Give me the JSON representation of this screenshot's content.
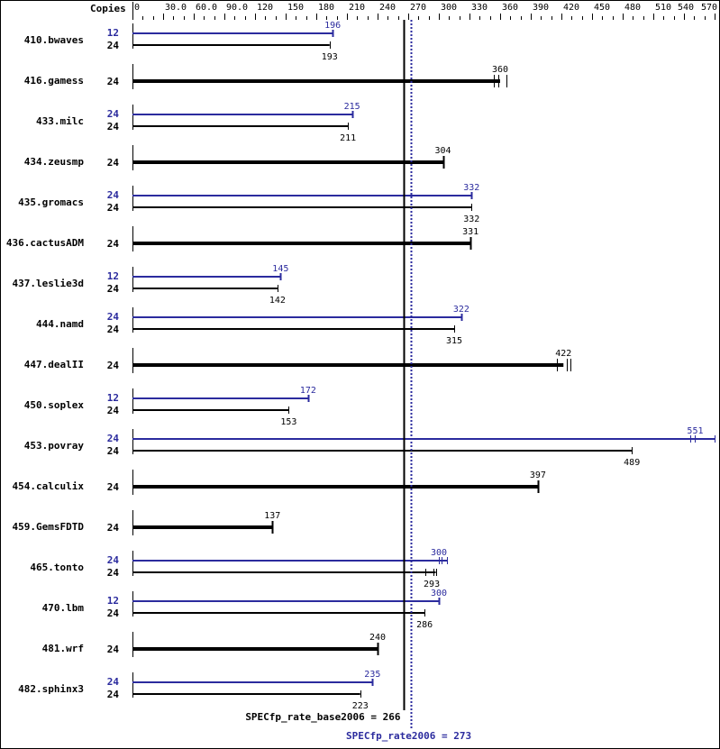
{
  "chart_data": {
    "type": "bar",
    "orientation": "horizontal",
    "title": "",
    "xlabel": "",
    "ylabel": "",
    "copies_header": "Copies",
    "xlim": [
      0,
      570
    ],
    "x_ticks": [
      "0",
      "30.0",
      "60.0",
      "90.0",
      "120",
      "150",
      "180",
      "210",
      "240",
      "270",
      "300",
      "330",
      "360",
      "390",
      "420",
      "450",
      "480",
      "510",
      "540",
      "570"
    ],
    "x_tick_values": [
      0,
      30,
      60,
      90,
      120,
      150,
      180,
      210,
      240,
      270,
      300,
      330,
      360,
      390,
      420,
      450,
      480,
      510,
      540,
      570
    ],
    "grid": false,
    "legend": "none",
    "colors": {
      "base": "#000000",
      "peak": "#2b2b9e"
    },
    "series": [
      {
        "name": "base",
        "color": "#000000"
      },
      {
        "name": "peak",
        "color": "#2b2b9e"
      }
    ],
    "benchmarks": [
      {
        "name": "410.bwaves",
        "peak": {
          "copies": "12",
          "value": 196
        },
        "base": {
          "copies": "24",
          "value": 193
        }
      },
      {
        "name": "416.gamess",
        "single": true,
        "base": {
          "copies": "24",
          "value": 360,
          "ticks": [
            354,
            358,
            366
          ]
        }
      },
      {
        "name": "433.milc",
        "peak": {
          "copies": "24",
          "value": 215
        },
        "base": {
          "copies": "24",
          "value": 211
        }
      },
      {
        "name": "434.zeusmp",
        "single": true,
        "base": {
          "copies": "24",
          "value": 304
        }
      },
      {
        "name": "435.gromacs",
        "peak": {
          "copies": "24",
          "value": 332
        },
        "base": {
          "copies": "24",
          "value": 332
        }
      },
      {
        "name": "436.cactusADM",
        "single": true,
        "base": {
          "copies": "24",
          "value": 331
        }
      },
      {
        "name": "437.leslie3d",
        "peak": {
          "copies": "12",
          "value": 145
        },
        "base": {
          "copies": "24",
          "value": 142
        }
      },
      {
        "name": "444.namd",
        "peak": {
          "copies": "24",
          "value": 322
        },
        "base": {
          "copies": "24",
          "value": 315
        }
      },
      {
        "name": "447.dealII",
        "single": true,
        "base": {
          "copies": "24",
          "value": 422,
          "ticks": [
            416,
            425,
            429
          ]
        }
      },
      {
        "name": "450.soplex",
        "peak": {
          "copies": "12",
          "value": 172
        },
        "base": {
          "copies": "24",
          "value": 153
        }
      },
      {
        "name": "453.povray",
        "peak": {
          "copies": "24",
          "value": 551,
          "ticks": [
            546,
            551,
            570
          ]
        },
        "base": {
          "copies": "24",
          "value": 489
        }
      },
      {
        "name": "454.calculix",
        "single": true,
        "base": {
          "copies": "24",
          "value": 397
        }
      },
      {
        "name": "459.GemsFDTD",
        "single": true,
        "base": {
          "copies": "24",
          "value": 137
        }
      },
      {
        "name": "465.tonto",
        "peak": {
          "copies": "24",
          "value": 300,
          "ticks": [
            300,
            303,
            308
          ]
        },
        "base": {
          "copies": "24",
          "value": 293,
          "ticks": [
            287,
            295,
            297
          ]
        }
      },
      {
        "name": "470.lbm",
        "peak": {
          "copies": "12",
          "value": 300
        },
        "base": {
          "copies": "24",
          "value": 286
        }
      },
      {
        "name": "481.wrf",
        "single": true,
        "base": {
          "copies": "24",
          "value": 240
        }
      },
      {
        "name": "482.sphinx3",
        "peak": {
          "copies": "24",
          "value": 235
        },
        "base": {
          "copies": "24",
          "value": 223
        }
      }
    ],
    "reference_lines": [
      {
        "label": "SPECfp_rate_base2006 = 266",
        "value": 266,
        "style": "solid",
        "color": "#000000"
      },
      {
        "label": "SPECfp_rate2006 = 273",
        "value": 273,
        "style": "dotted",
        "color": "#2b2b9e"
      }
    ]
  }
}
